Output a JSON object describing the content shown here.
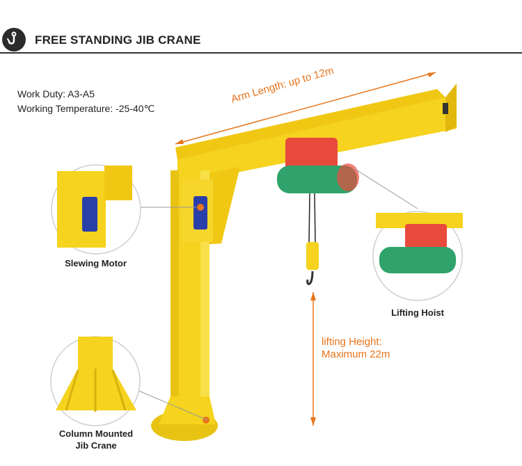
{
  "header": {
    "title": "FREE STANDING JIB CRANE",
    "icon": "hook-icon"
  },
  "specs": {
    "work_duty": "Work Duty: A3-A5",
    "working_temperature": "Working Temperature: -25-40℃"
  },
  "annotations": {
    "arm_length": "Arm Length: up to 12m",
    "lifting_height_line1": "lifting Height:",
    "lifting_height_line2": "Maximum 22m"
  },
  "details": {
    "slewing_motor": "Slewing Motor",
    "lifting_hoist": "Lifting Hoist",
    "column_line1": "Column Mounted",
    "column_line2": "Jib Crane"
  },
  "colors": {
    "crane": "#f5d31e",
    "accent": "#e8741a",
    "hoist_body": "#2fa36b",
    "hoist_top": "#e84a3c",
    "motor": "#2b3fa8"
  }
}
